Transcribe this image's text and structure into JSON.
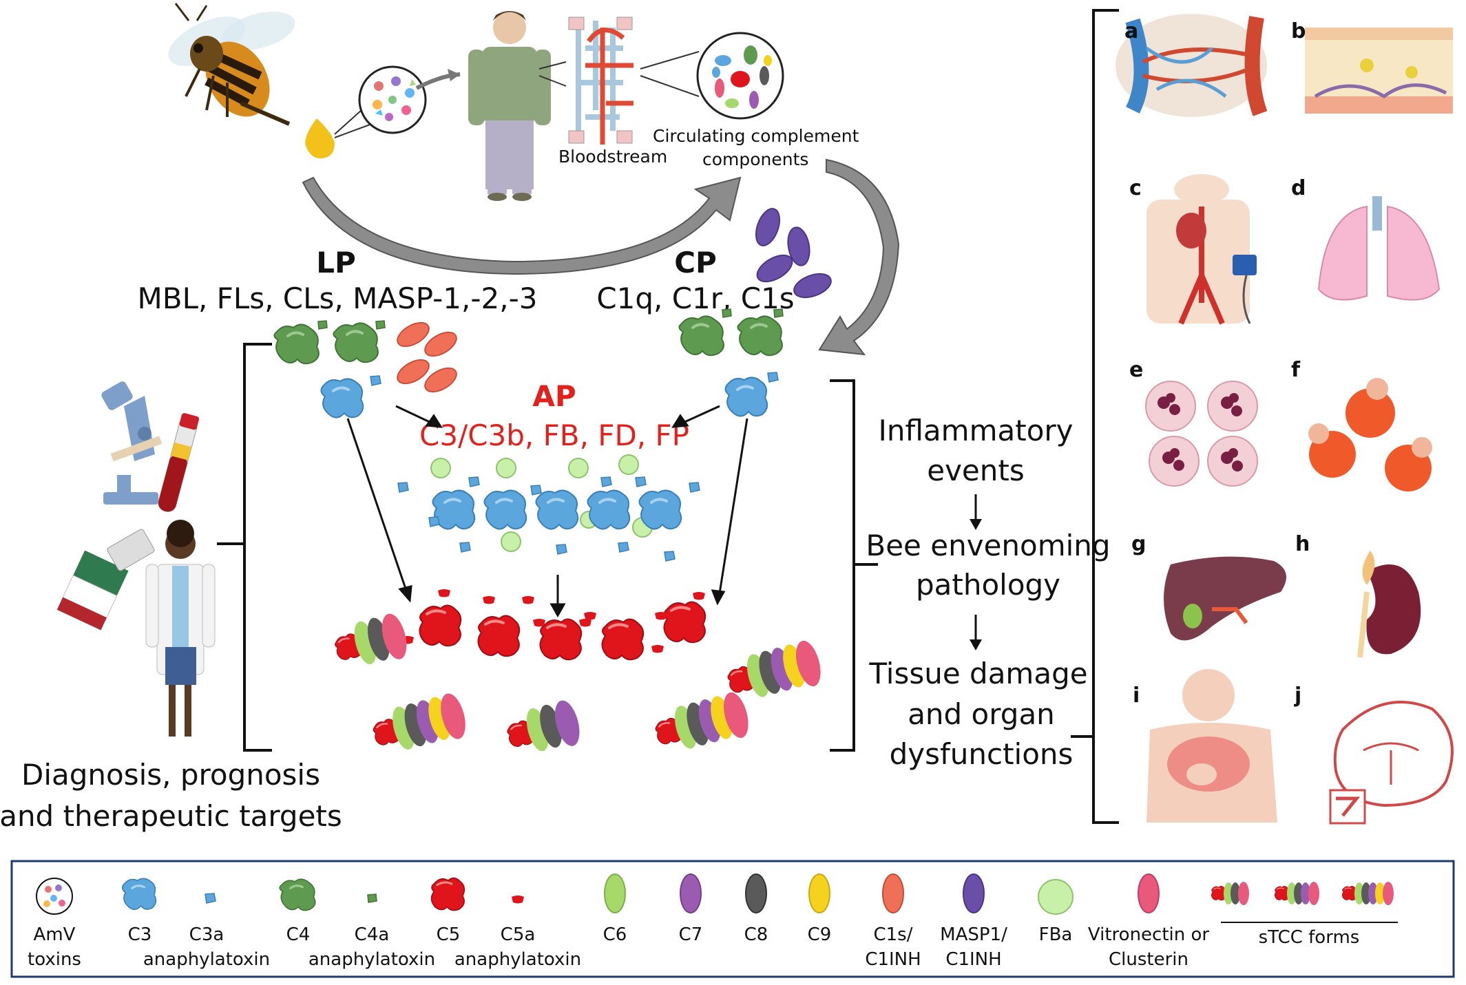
{
  "top": {
    "bloodstream_label": "Bloodstream",
    "circulating_line1": "Circulating complement",
    "circulating_line2": "components"
  },
  "pathways": {
    "lp": {
      "title": "LP",
      "components": "MBL, FLs, CLs, MASP-1,-2,-3"
    },
    "cp": {
      "title": "CP",
      "components": "C1q, C1r, C1s"
    },
    "ap": {
      "title": "AP",
      "components": "C3/C3b, FB, FD, FP"
    }
  },
  "outcomes": {
    "inflammatory_line1": "Inflammatory",
    "inflammatory_line2": "events",
    "pathology_line1": "Bee envenoming",
    "pathology_line2": "pathology",
    "damage_line1": "Tissue damage",
    "damage_line2": "and organ",
    "damage_line3": "dysfunctions"
  },
  "clinical": {
    "line1": "Diagnosis, prognosis",
    "line2": "and therapeutic targets"
  },
  "panels": [
    "a",
    "b",
    "c",
    "d",
    "e",
    "f",
    "g",
    "h",
    "i",
    "j"
  ],
  "legend": {
    "amv_line1": "AmV",
    "amv_line2": "toxins",
    "c3": "C3",
    "c3a_line1": "C3a",
    "c3a_line2": "anaphylatoxin",
    "c4": "C4",
    "c4a_line1": "C4a",
    "c4a_line2": "anaphylatoxin",
    "c5": "C5",
    "c5a_line1": "C5a",
    "c5a_line2": "anaphylatoxin",
    "c6": "C6",
    "c7": "C7",
    "c8": "C8",
    "c9": "C9",
    "c1s_line1": "C1s/",
    "c1s_line2": "C1INH",
    "masp_line1": "MASP1/",
    "masp_line2": "C1INH",
    "fba": "FBa",
    "vitro_line1": "Vitronectin or",
    "vitro_line2": "Clusterin",
    "stcc": "sTCC forms"
  },
  "colors": {
    "c3": "#5ba6dc",
    "c4": "#5e9a4f",
    "c5": "#e0141b",
    "c6": "#a6d86a",
    "c7": "#9a5bb0",
    "c8": "#5a5a5a",
    "c9": "#f4d21e",
    "c1s": "#ef6f57",
    "masp": "#6a4fa8",
    "fba": "#c9f0a8",
    "vitronectin": "#e8597c",
    "ap_text": "#e3211c",
    "legend_border": "#1f3a70"
  }
}
